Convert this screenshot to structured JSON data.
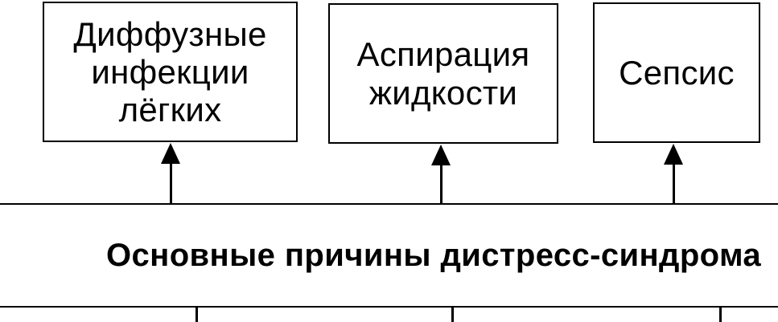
{
  "diagram": {
    "causes": [
      {
        "label": "Диффузные\nинфекции\nлёгких"
      },
      {
        "label": "Аспирация\nжидкости"
      },
      {
        "label": "Сепсис"
      }
    ],
    "main": {
      "label": "Основные причины дистресс-синдрома"
    }
  }
}
